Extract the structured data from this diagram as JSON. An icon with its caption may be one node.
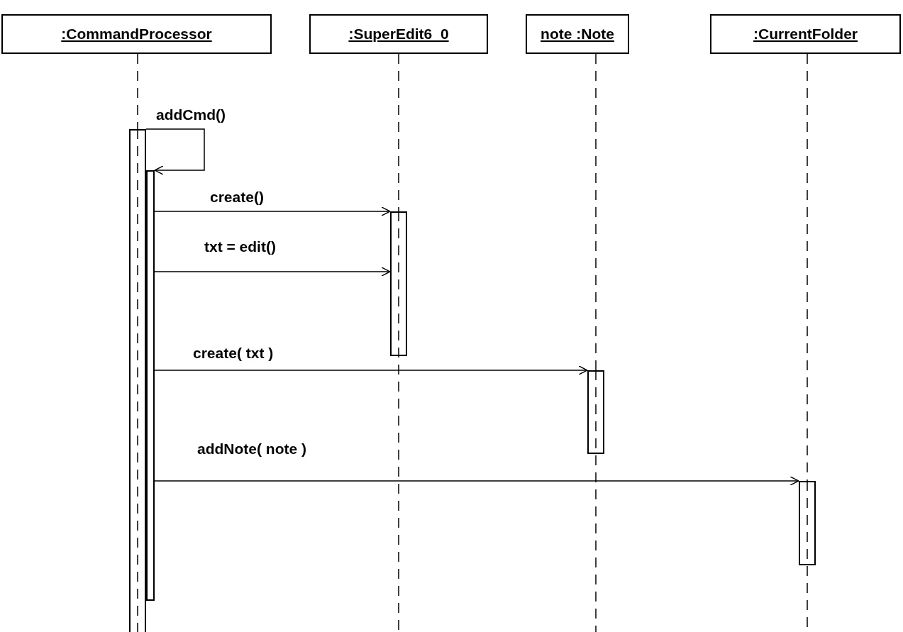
{
  "diagram": {
    "nodes": [
      {
        "text": [
          ":CommandProcessor"
        ]
      },
      {
        "text": [
          ":SuperEdit6_0"
        ]
      },
      {
        "text": [
          "note :Note"
        ]
      },
      {
        "text": [
          ":CurrentFolder"
        ]
      },
      {
        "text": [],
        "shape": "bar"
      },
      {
        "text": [],
        "shape": "bar"
      },
      {
        "text": [],
        "shape": "bar"
      },
      {
        "text": [],
        "shape": "bar"
      },
      {
        "text": [],
        "shape": "bar"
      }
    ],
    "edges": [
      {
        "from": 0,
        "to": 4,
        "arrow": "none",
        "style": "dashed"
      },
      {
        "from": 1,
        "to": 6,
        "arrow": "none",
        "style": "dashed"
      },
      {
        "from": 2,
        "to": 7,
        "arrow": "none",
        "style": "dashed"
      },
      {
        "from": 3,
        "to": 8,
        "arrow": "none",
        "style": "dashed"
      },
      {
        "from": 4,
        "to": 5,
        "arrow": "to",
        "label": "addCmd()"
      },
      {
        "from": 5,
        "to": 6,
        "arrow": "to",
        "label": "create()"
      },
      {
        "from": 5,
        "to": 6,
        "arrow": "to",
        "label": "txt = edit()"
      },
      {
        "from": 5,
        "to": 7,
        "arrow": "to",
        "label": "create( txt )"
      },
      {
        "from": 5,
        "to": 8,
        "arrow": "to",
        "label": "addNote( note )"
      }
    ]
  }
}
